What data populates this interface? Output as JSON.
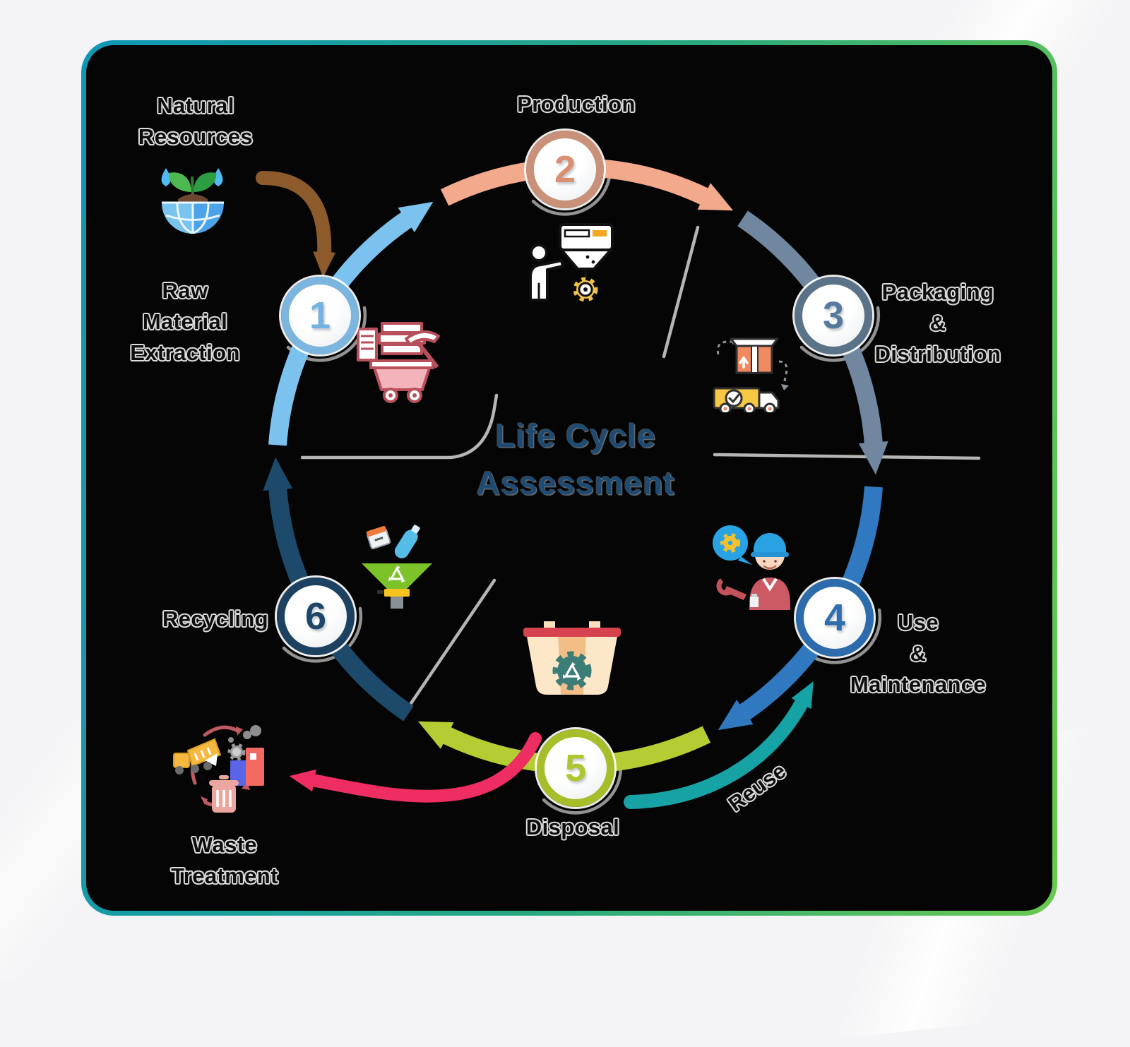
{
  "page": {
    "background_color": "#f4f4f6",
    "card_background": "#050505",
    "card_border_gradient": [
      "#0e97b6",
      "#2aa87e",
      "#69c94f"
    ]
  },
  "title": {
    "text": "Life Cycle\nAssessment",
    "color": "#1e4b74"
  },
  "stages": [
    {
      "number": "1",
      "label": "Raw\nMaterial\nExtraction",
      "ring_color": "#7cb5de",
      "number_color": "#74b2e0",
      "icon": "mining-cart-icon"
    },
    {
      "number": "2",
      "label": "Production",
      "ring_color": "#c99179",
      "number_color": "#d98f70",
      "icon": "worker-machine-icon"
    },
    {
      "number": "3",
      "label": "Packaging\n&\nDistribution",
      "ring_color": "#5b7389",
      "number_color": "#567a9e",
      "icon": "box-delivery-truck-icon"
    },
    {
      "number": "4",
      "label": "Use\n&\nMaintenance",
      "ring_color": "#2d6cac",
      "number_color": "#2f6fad",
      "icon": "mechanic-icon"
    },
    {
      "number": "5",
      "label": "Disposal",
      "ring_color": "#a7bd2a",
      "number_color": "#adc72f",
      "icon": "recycle-bin-gear-icon"
    },
    {
      "number": "6",
      "label": "Recycling",
      "ring_color": "#1c4161",
      "number_color": "#1d4668",
      "icon": "recycling-funnel-icon"
    }
  ],
  "labels": {
    "natural_resources": "Natural\nResources",
    "waste_treatment": "Waste\nTreatment",
    "reuse": "Reuse"
  },
  "icons": {
    "natural_resources": "globe-sprout-icon",
    "waste_treatment": "waste-processing-icon"
  },
  "arrow_colors": {
    "arc_1": "#7cc2ee",
    "arc_2": "#f2a98c",
    "arc_3": "#70879f",
    "arc_4": "#3078bf",
    "arc_5": "#b5cc33",
    "arc_6": "#1d4a6b",
    "natural_to_raw": "#8c5a2b",
    "reuse": "#17a2a6",
    "disposal_to_waste": "#ee2d62",
    "leader_lines": "#c9c9c9",
    "crescent_shadow": "#ababab"
  }
}
